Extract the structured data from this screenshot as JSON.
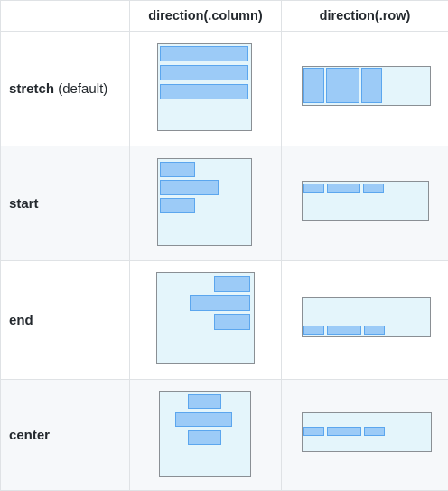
{
  "header": {
    "corner": "",
    "col_column": "direction(.column)",
    "col_row": "direction(.row)"
  },
  "rows": [
    {
      "label": "stretch",
      "suffix": " (default)"
    },
    {
      "label": "start",
      "suffix": ""
    },
    {
      "label": "end",
      "suffix": ""
    },
    {
      "label": "center",
      "suffix": ""
    }
  ],
  "colors": {
    "container_fill": "#e4f5fb",
    "container_border": "#8a8f94",
    "item_fill": "#9ccbf7",
    "item_border": "#5ba6ee",
    "grid_line": "#dfe2e5",
    "zebra": "#f6f8fa"
  }
}
